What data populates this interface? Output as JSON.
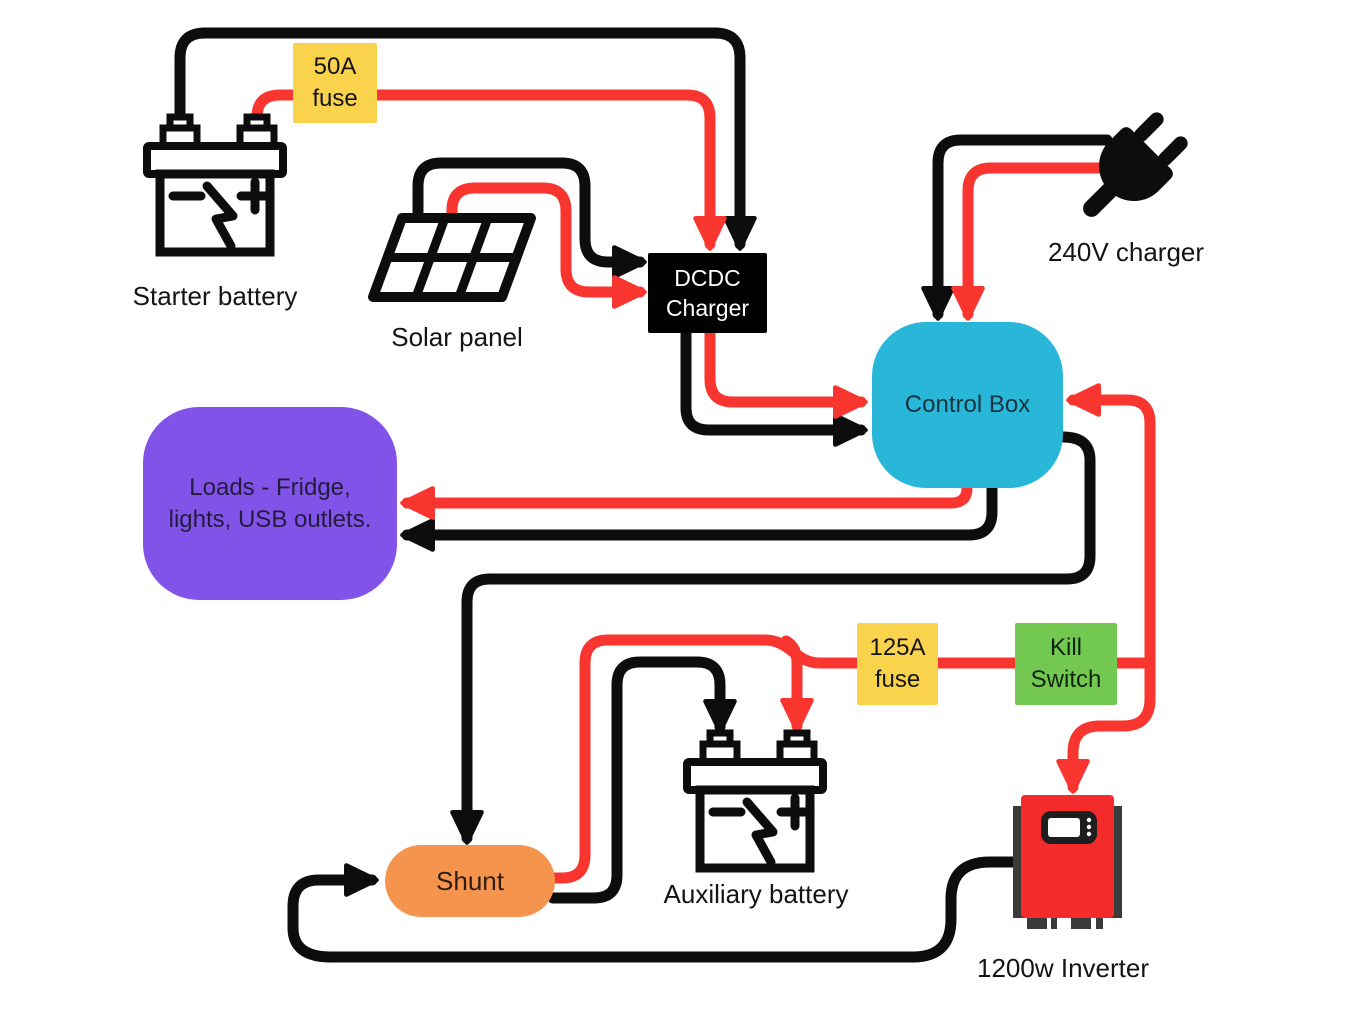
{
  "diagram": {
    "nodes": {
      "starter_battery": {
        "label": "Starter battery"
      },
      "fuse_50a": {
        "line1": "50A",
        "line2": "fuse"
      },
      "solar_panel": {
        "label": "Solar panel"
      },
      "dcdc_charger": {
        "line1": "DCDC",
        "line2": "Charger"
      },
      "charger_240v": {
        "label": "240V charger"
      },
      "control_box": {
        "label": "Control Box"
      },
      "loads": {
        "line1": "Loads - Fridge,",
        "line2": "lights, USB outlets."
      },
      "fuse_125a": {
        "line1": "125A",
        "line2": "fuse"
      },
      "kill_switch": {
        "line1": "Kill",
        "line2": "Switch"
      },
      "auxiliary_battery": {
        "label": "Auxiliary battery"
      },
      "shunt": {
        "label": "Shunt"
      },
      "inverter": {
        "label": "1200w Inverter"
      }
    },
    "colors": {
      "positive_wire": "#f8352e",
      "negative_wire": "#0d0d0d",
      "control_box_fill": "#28b7d8",
      "loads_fill": "#8153e8",
      "fuse_fill": "#fad34c",
      "kill_switch_fill": "#72c850",
      "shunt_fill": "#f5944d",
      "inverter_fill": "#f32b2b",
      "dcdc_fill": "#000000"
    }
  }
}
